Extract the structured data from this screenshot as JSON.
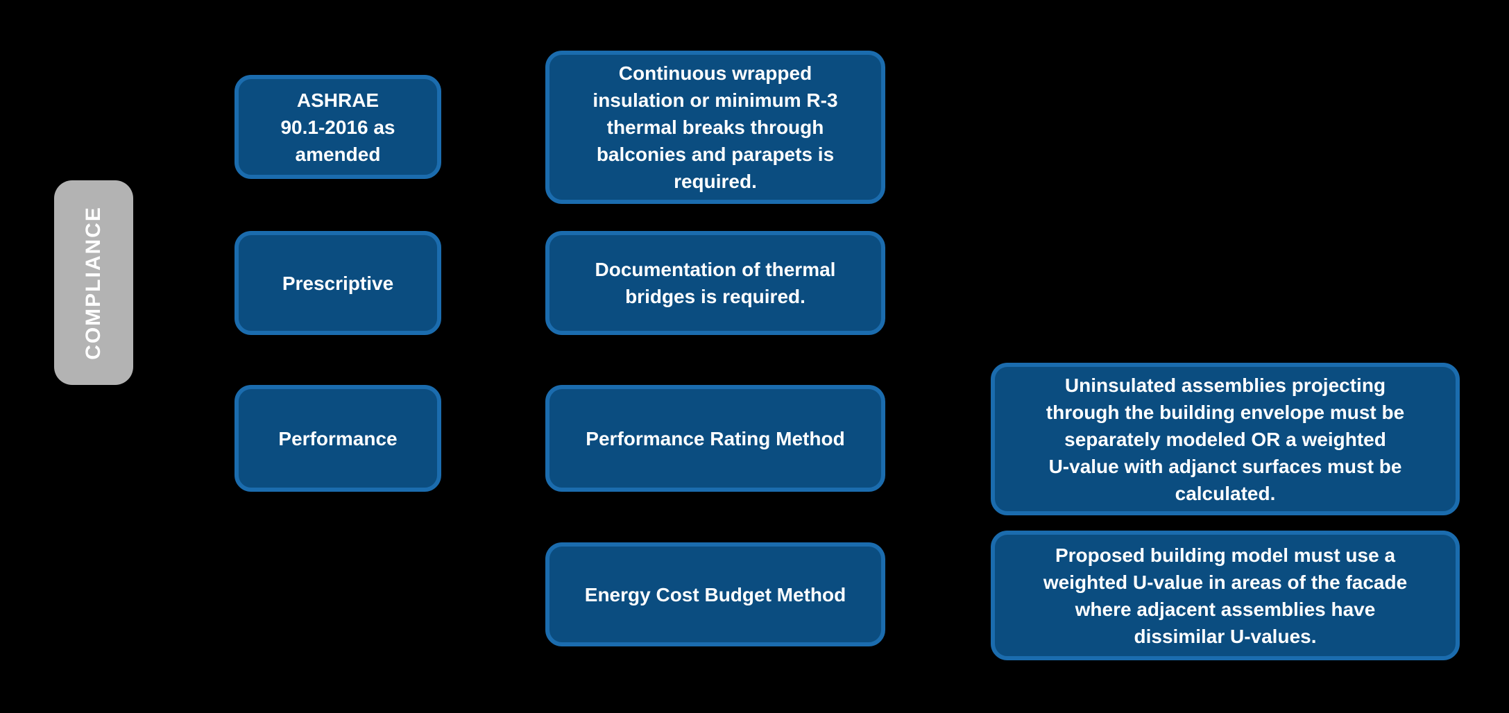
{
  "colors": {
    "background": "#000000",
    "node_fill": "#0b4d80",
    "node_border": "#1b6cae",
    "root_fill": "#b3b3b3",
    "text": "#ffffff"
  },
  "diagram": {
    "root": {
      "label": "COMPLIANCE"
    },
    "nodes": {
      "standard": "ASHRAE\n90.1-2016 as\namended",
      "prescriptive": "Prescriptive",
      "performance": "Performance",
      "continuous": "Continuous wrapped\ninsulation or minimum R-3\nthermal breaks through\nbalconies and parapets is\nrequired.",
      "documentation": "Documentation of thermal\nbridges is required.",
      "performance_rating": "Performance Rating Method",
      "energy_cost": "Energy Cost Budget Method",
      "uninsulated": "Uninsulated assemblies projecting\nthrough the building envelope must be\nseparately modeled OR a weighted\nU-value with adjanct surfaces must be\ncalculated.",
      "proposed": "Proposed building model must use a\nweighted U-value in areas of the facade\nwhere adjacent assemblies have\ndissimilar U-values."
    }
  }
}
